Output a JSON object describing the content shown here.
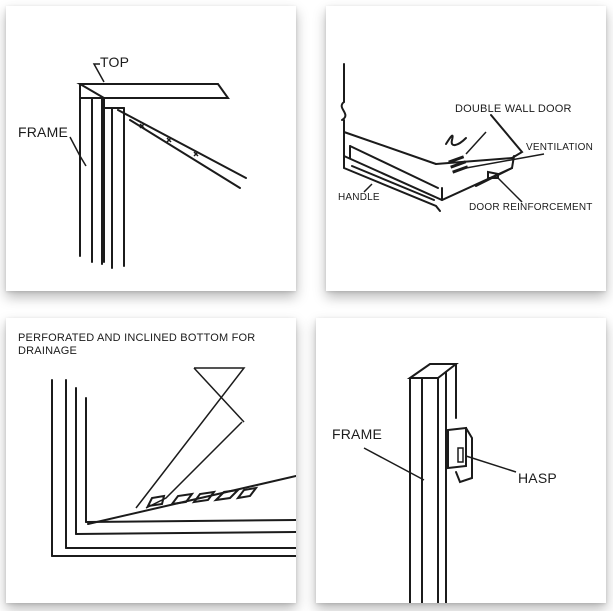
{
  "panels": [
    {
      "id": "frame-top",
      "labels": {
        "top": "TOP",
        "frame": "FRAME"
      }
    },
    {
      "id": "door",
      "labels": {
        "double_wall_door": "DOUBLE WALL DOOR",
        "ventilation": "VENTILATION",
        "handle": "HANDLE",
        "door_reinforcement": "DOOR REINFORCEMENT"
      }
    },
    {
      "id": "bottom",
      "labels": {
        "perforated": "PERFORATED AND INCLINED BOTTOM FOR DRAINAGE"
      }
    },
    {
      "id": "hasp",
      "labels": {
        "frame": "FRAME",
        "hasp": "HASP"
      }
    }
  ]
}
